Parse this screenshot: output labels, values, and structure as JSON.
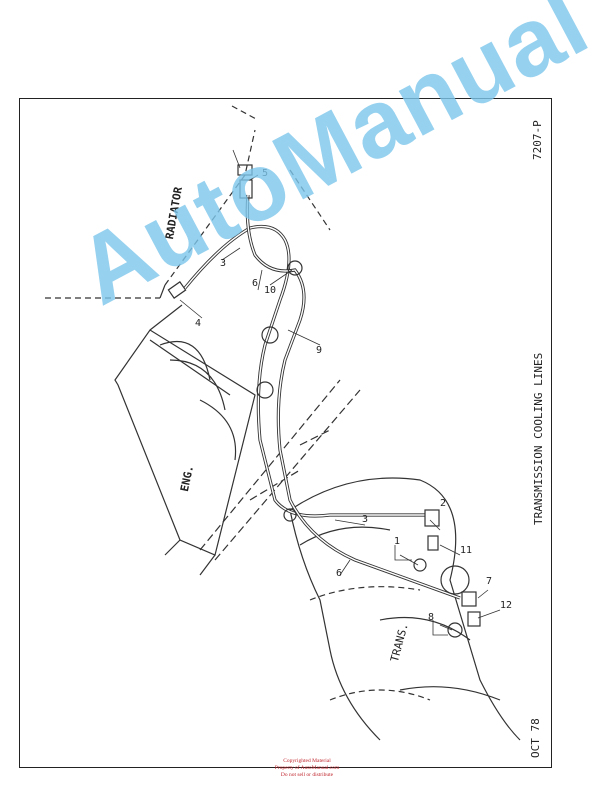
{
  "doc": {
    "code": "7207-P",
    "title": "TRANSMISSION COOLING LINES",
    "date": "OCT 78"
  },
  "labels": {
    "radiator": "RADIATOR",
    "engine": "ENG.",
    "trans": "TRANS."
  },
  "callouts": {
    "c1": "1",
    "c2": "2",
    "c3a": "3",
    "c3b": "3",
    "c4": "4",
    "c5": "5",
    "c6a": "6",
    "c6b": "6",
    "c7": "7",
    "c8": "8",
    "c9": "9",
    "c10": "10",
    "c11": "11",
    "c12": "12"
  },
  "watermark": "AutoManual",
  "footer": {
    "line1": "Copyrighted Material",
    "line2": "Property of AutoManual.com",
    "line3": "Do not sell or distribute"
  }
}
